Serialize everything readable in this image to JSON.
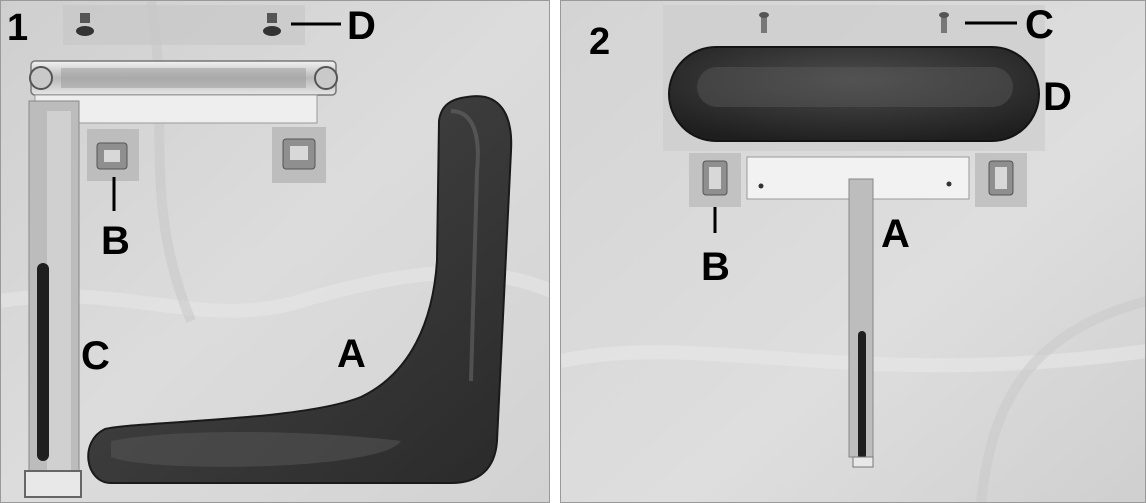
{
  "panels": [
    {
      "number": "1",
      "labels": {
        "a": "A",
        "b": "B",
        "c": "C",
        "d": "D"
      }
    },
    {
      "number": "2",
      "labels": {
        "a": "A",
        "b": "B",
        "c": "C",
        "d": "D"
      }
    }
  ]
}
